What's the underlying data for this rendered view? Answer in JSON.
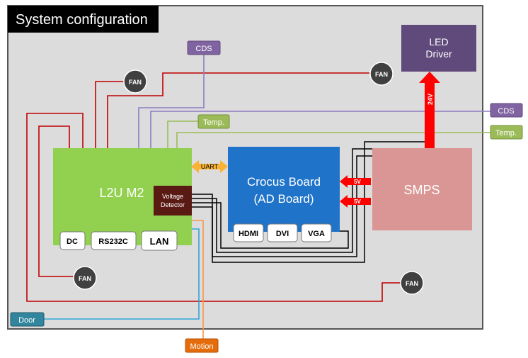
{
  "title": "System configuration",
  "colors": {
    "panel_bg": "#dcdcdc",
    "panel_border": "#555555",
    "title_bg": "#000000",
    "l2u_fill": "#92d050",
    "crocus_fill": "#1f73c9",
    "smps_fill": "#da9694",
    "led_fill": "#604a7b",
    "fan_fill": "#404040",
    "red_wire": "#c00000",
    "purple_wire": "#8e7cc3",
    "green_wire": "#9bbb59",
    "black_wire": "#000000",
    "blue_wire": "#31a6d8",
    "orange_wire": "#f79646",
    "uart_arrow": "#f9b233",
    "power_arrow": "#ff0000"
  },
  "blocks": {
    "l2u": "L2U M2",
    "voltage_detector": [
      "Voltage",
      "Detector"
    ],
    "crocus": [
      "Crocus Board",
      "(AD Board)"
    ],
    "smps": "SMPS",
    "led_driver": [
      "LED",
      "Driver"
    ]
  },
  "ports": {
    "l2u": [
      "DC",
      "RS232C",
      "LAN"
    ],
    "crocus": [
      "HDMI",
      "DVI",
      "VGA"
    ]
  },
  "tags": {
    "cds_top": "CDS",
    "cds_right": "CDS",
    "temp_inner": "Temp.",
    "temp_right": "Temp.",
    "door": "Door",
    "motion": "Motion"
  },
  "fans": [
    "FAN",
    "FAN",
    "FAN",
    "FAN"
  ],
  "arrows": {
    "uart": "UART",
    "volt_24": "24V",
    "volt_5_a": "5V",
    "volt_5_b": "5V"
  }
}
